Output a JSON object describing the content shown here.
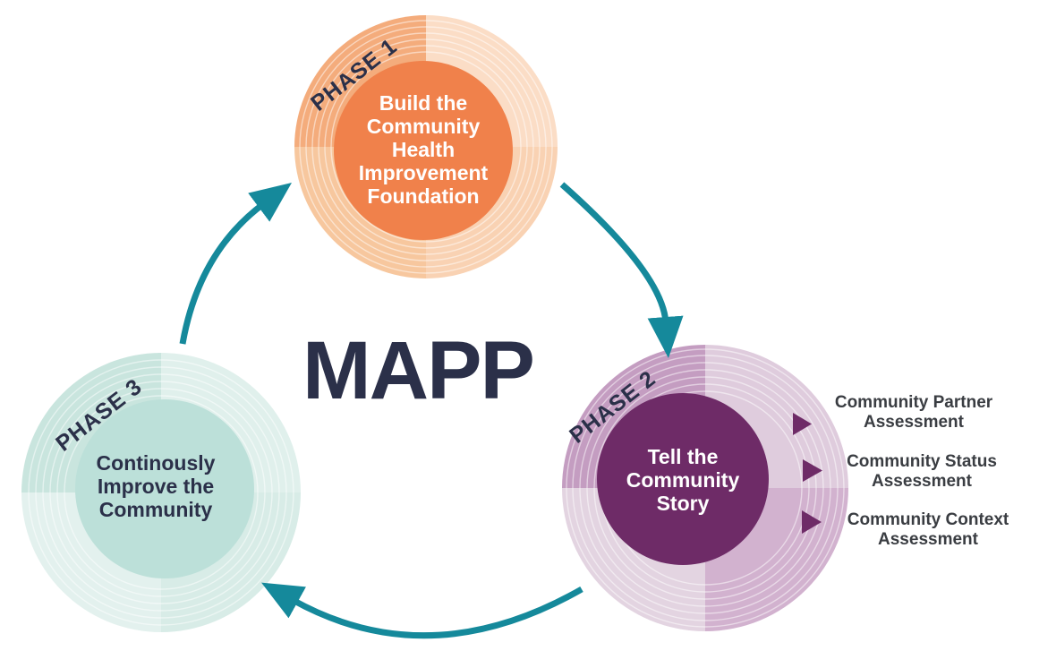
{
  "title": "MAPP",
  "phases": [
    {
      "label": "PHASE 1",
      "text": "Build the\nCommunity\nHealth\nImprovement\nFoundation"
    },
    {
      "label": "PHASE 2",
      "text": "Tell the\nCommunity\nStory"
    },
    {
      "label": "PHASE 3",
      "text": "Continously\nImprove the\nCommunity"
    }
  ],
  "assessments": [
    {
      "label": "Community Partner\nAssessment"
    },
    {
      "label": "Community Status\nAssessment"
    },
    {
      "label": "Community Context\nAssessment"
    }
  ],
  "colors": {
    "navy": "#2B3049",
    "text_dark": "#3A3D42",
    "arrow": "#15899B",
    "orange": "#F0814B",
    "orange_ring_dark": "#F4AC7C",
    "orange_ring_light": "#FBDDC6",
    "orange_ring_mid": "#F9D2B3",
    "orange_ring_mid2": "#F7C79E",
    "purple": "#6E2B67",
    "purple_ring_dark": "#C49DC1",
    "purple_ring_light": "#DFCCDD",
    "purple_ring_mid": "#D2B2CF",
    "purple_ring_light2": "#E3D4E1",
    "teal_fill": "#BCE0D9",
    "teal_ring_dark": "#C9E5DE",
    "teal_ring_light": "#E0F0EC",
    "teal_ring_mid": "#D8ECE7",
    "teal_ring_light2": "#E3F1EE"
  }
}
